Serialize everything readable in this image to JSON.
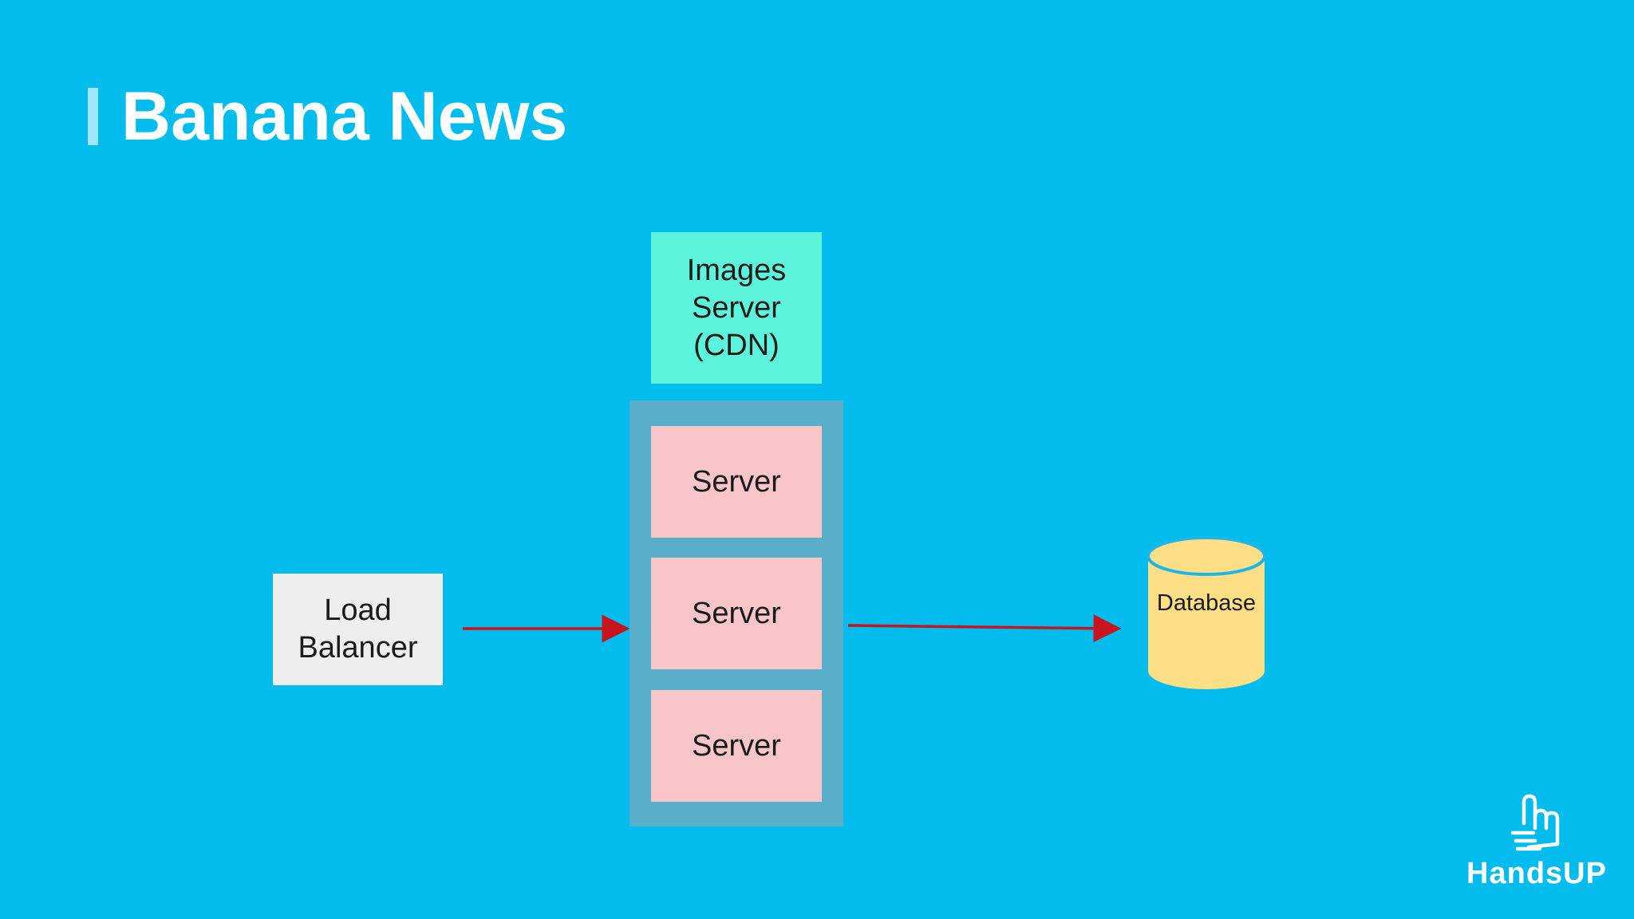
{
  "slide": {
    "title": "Banana News"
  },
  "nodes": {
    "cdn": {
      "label": "Images Server (CDN)",
      "lines": [
        "Images",
        "Server",
        "(CDN)"
      ]
    },
    "servers": [
      {
        "label": "Server"
      },
      {
        "label": "Server"
      },
      {
        "label": "Server"
      }
    ],
    "load_balancer": {
      "label": "Load Balancer",
      "lines": [
        "Load",
        "Balancer"
      ]
    },
    "database": {
      "label": "Database"
    }
  },
  "edges": [
    {
      "from": "Load Balancer",
      "to": "Server"
    },
    {
      "from": "Server",
      "to": "Database"
    }
  ],
  "logo": {
    "text": "HandsUP",
    "icon": "pointing-hand-icon"
  },
  "colors": {
    "background": "#02bced",
    "cdn": "#5cf4da",
    "server": "#f8c6c8",
    "server_group": "#59afc9",
    "load_balancer": "#eeeeee",
    "database": "#ffdf85",
    "database_rim": "#1fb6e6",
    "arrow": "#c8141e"
  }
}
